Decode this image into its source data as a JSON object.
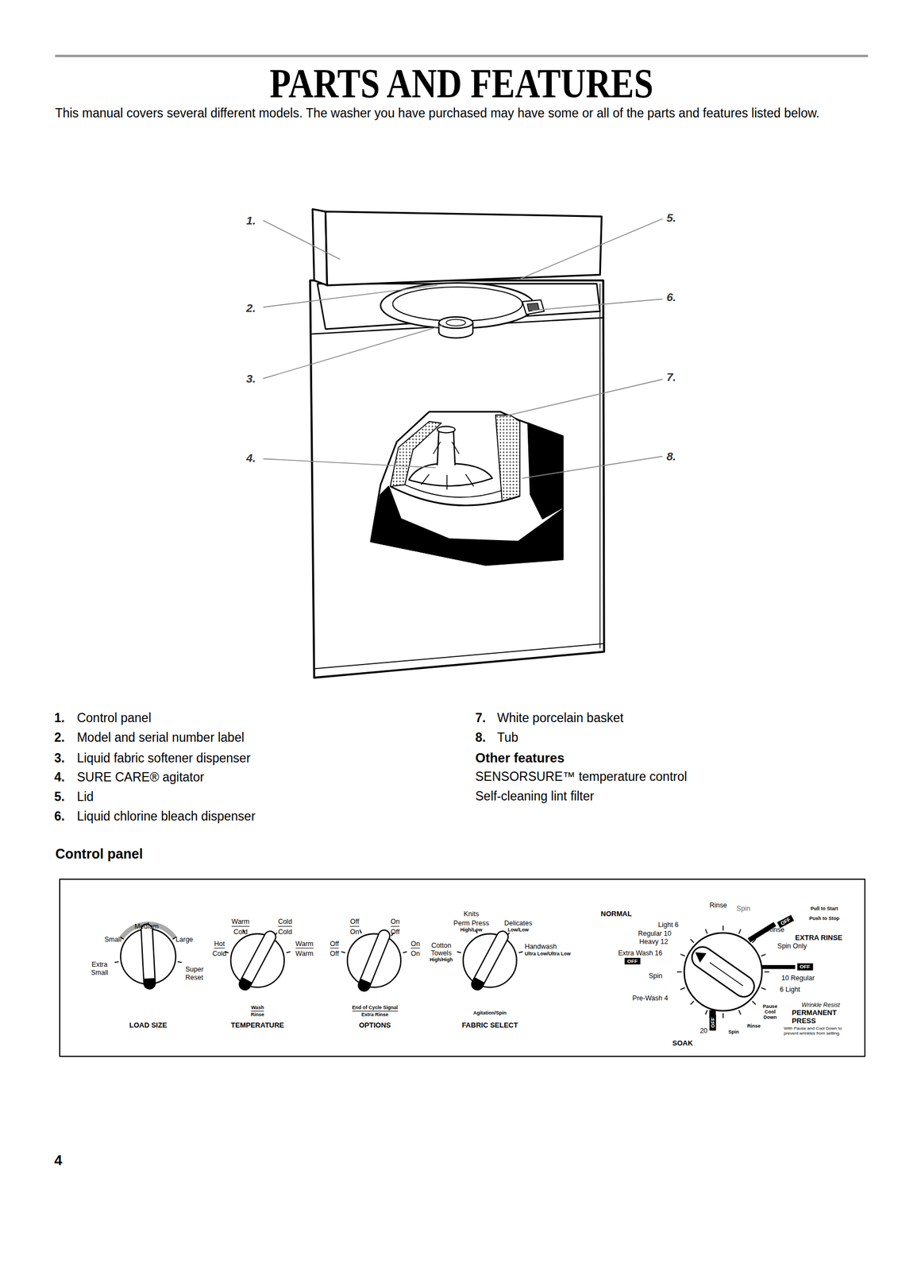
{
  "diagram": {
    "title": "PARTS AND FEATURES",
    "nodes": [
      {
        "text": [
          "Control panel"
        ]
      }
    ],
    "labels": [
      "This manual covers several different models. The washer you have purchased may have some or all of the parts and features listed below.",
      "1.",
      "2.",
      "3.",
      "4.",
      "5.",
      "6.",
      "7.",
      "8.",
      "1.",
      "Control panel",
      "2.",
      "Model and serial number label",
      "3.",
      "Liquid fabric softener dispenser",
      "4.",
      "SURE CARE® agitator",
      "5.",
      "Lid",
      "6.",
      "Liquid chlorine bleach dispenser",
      "7.",
      "White porcelain basket",
      "8.",
      "Tub",
      "Other features",
      "SENSORSURE™ temperature control",
      "Self-cleaning lint filter",
      "Medium",
      "Small",
      "Large",
      "Extra Small",
      "Super Reset",
      "LOAD SIZE",
      "Warm",
      "Cold",
      "Cold",
      "Cold",
      "Hot",
      "Cold",
      "Warm",
      "Warm",
      "Wash",
      "Rinse",
      "TEMPERATURE",
      "Off",
      "On",
      "On",
      "Off",
      "Off",
      "Off",
      "On",
      "On",
      "End of Cycle Signal",
      "Extra Rinse",
      "OPTIONS",
      "Knits",
      "Perm Press",
      "High/Low",
      "Delicates",
      "Low/Low",
      "Cotton Towels",
      "High/High",
      "Handwash",
      "Ultra Low/Ultra Low",
      "Agitation/Spin",
      "FABRIC SELECT",
      "NORMAL",
      "Light 6",
      "Regular 10",
      "Heavy 12",
      "Extra Wash 16",
      "OFF",
      "Spin",
      "Pre-Wash 4",
      "Rinse",
      "Spin",
      "OFF",
      "Rinse",
      "EXTRA RINSE",
      "Spin Only",
      "OFF",
      "10 Regular",
      "6 Light",
      "Wrinkle Resist",
      "Pause Cool Down",
      "PERMANENT PRESS",
      "With Pause and Cool Down to prevent wrinkles from setting.",
      "Rinse",
      "Spin",
      "20",
      "OFF",
      "SOAK",
      "Pull to Start",
      "Push to Stop",
      "4"
    ]
  }
}
